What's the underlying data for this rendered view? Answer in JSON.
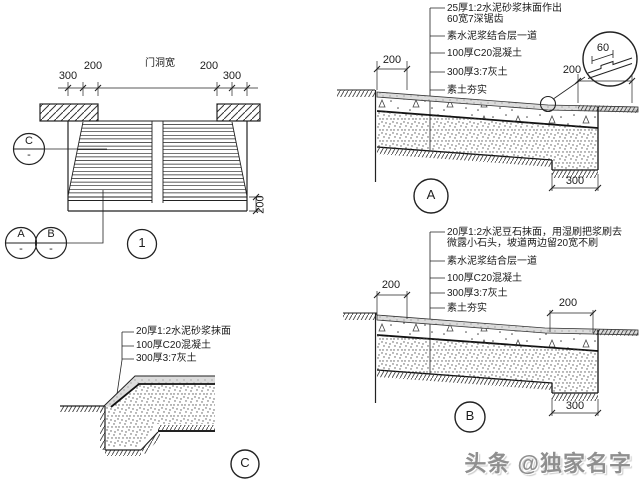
{
  "plan": {
    "dim_300_left": "300",
    "dim_200_left": "200",
    "door_label": "门洞宽",
    "dim_200_right": "200",
    "dim_300_right": "300",
    "dim_200_vertical": "200",
    "callout_c": "C",
    "callout_a": "A",
    "callout_b": "B",
    "callout_dash": "-",
    "view_number": "1"
  },
  "section_a": {
    "label": "A",
    "notes": [
      "25厚1:2水泥砂浆抹面作出",
      "60宽7深锯齿",
      "素水泥浆结合层一道",
      "100厚C20混凝土",
      "300厚3:7灰土",
      "素土夯实"
    ],
    "dim_top_left": "200",
    "dim_top_right": "200",
    "detail_dim": "60",
    "dim_bottom": "300"
  },
  "section_b": {
    "label": "B",
    "notes": [
      "20厚1:2水泥豆石抹面，用湿刷把浆刷去",
      "微露小石头，坡道两边留20宽不刷",
      "素水泥浆结合层一道",
      "100厚C20混凝土",
      "300厚3:7灰土",
      "素土夯实"
    ],
    "dim_top_left": "200",
    "dim_top_right": "200",
    "dim_bottom": "300"
  },
  "detail_c": {
    "label": "C",
    "notes": [
      "20厚1:2水泥砂浆抹面",
      "100厚C20混凝土",
      "300厚3:7灰土"
    ]
  },
  "watermark": {
    "text": "头条 @独家名字"
  }
}
